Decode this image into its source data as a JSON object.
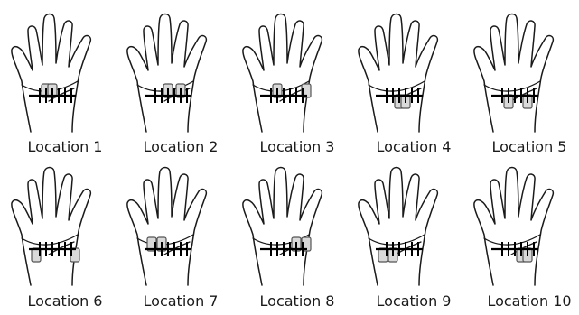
{
  "panels": [
    {
      "label": "Location 1",
      "pads": [
        1,
        2
      ],
      "pad_side": "above"
    },
    {
      "label": "Location 2",
      "pads": [
        2,
        4
      ],
      "pad_side": "above"
    },
    {
      "label": "Location 3",
      "pads": [
        1,
        5
      ],
      "pad_side": "above"
    },
    {
      "label": "Location 4",
      "pads": [
        2,
        3
      ],
      "pad_side": "below"
    },
    {
      "label": "Location 5",
      "pads": [
        1,
        4
      ],
      "pad_side": "below"
    },
    {
      "label": "Location 6",
      "pads": [
        0,
        5
      ],
      "pad_side": "below"
    },
    {
      "label": "Location 7",
      "pads": [
        0,
        1
      ],
      "pad_side": "above"
    },
    {
      "label": "Location 8",
      "pads": [
        4,
        5
      ],
      "pad_side": "above"
    },
    {
      "label": "Location 9",
      "pads": [
        0,
        1
      ],
      "pad_side": "below"
    },
    {
      "label": "Location 10",
      "pads": [
        3,
        4
      ],
      "pad_side": "below"
    }
  ],
  "colors": {
    "outline": "#1a1a1a",
    "rail": "#000000",
    "pad_fill": "#d9d9d9",
    "pad_stroke": "#555555"
  }
}
